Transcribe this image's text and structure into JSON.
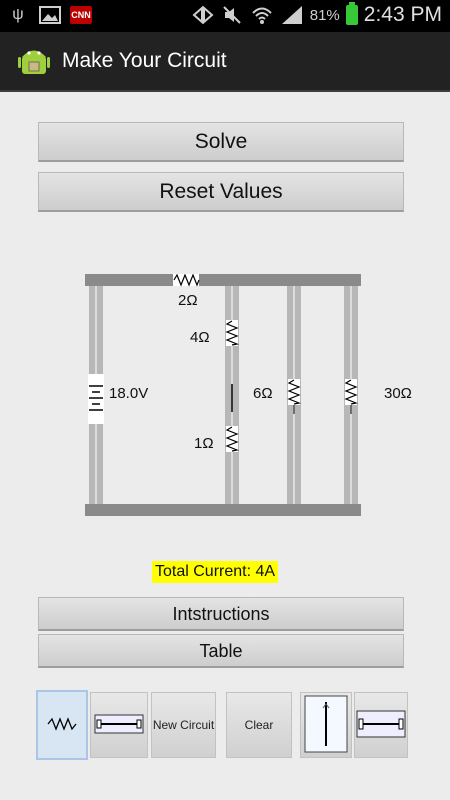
{
  "status_bar": {
    "battery": "81%",
    "time": "2:43 PM",
    "icons": [
      "usb-icon",
      "image-icon",
      "cnn-icon",
      "sync-icon",
      "mute-icon",
      "wifi-icon",
      "signal-icon",
      "battery-icon"
    ],
    "cnn_label": "CNN"
  },
  "app": {
    "title": "Make Your Circuit"
  },
  "buttons": {
    "solve": "Solve",
    "reset": "Reset Values",
    "instructions": "Intstructions",
    "table": "Table"
  },
  "circuit": {
    "source_voltage": "18.0V",
    "resistors": {
      "top": "2Ω",
      "branch1_upper": "4Ω",
      "branch1_lower": "1Ω",
      "branch2": "6Ω",
      "branch3": "30Ω"
    }
  },
  "total_current": "Total Current: 4A",
  "toolbar": {
    "new_circuit": "New Circuit",
    "clear": "Clear"
  },
  "colors": {
    "highlight": "#ffff00",
    "wire": "#a9a9a9",
    "accent_selected": "#a9c6e6"
  }
}
